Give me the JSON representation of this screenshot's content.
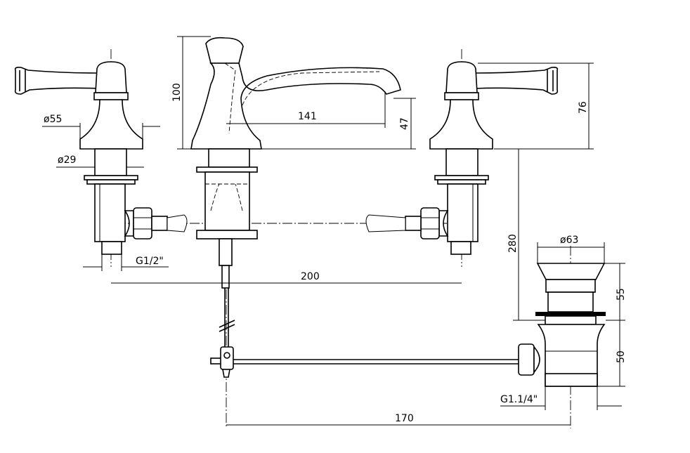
{
  "drawing": {
    "title": "Three-hole basin mixer with pop-up waste",
    "dimensions": {
      "left_handle_base_diameter": "ø55",
      "left_shank_diameter": "ø29",
      "inlet_thread": "G1/2\"",
      "spout_height": "100",
      "spout_reach": "141",
      "spout_outlet_height": "47",
      "handle_height": "76",
      "valve_spacing": "200",
      "waste_depth": "280",
      "waste_flange_diameter": "ø63",
      "waste_upper_height": "55",
      "waste_lower_height": "50",
      "waste_thread": "G1.1/4\"",
      "popup_rod_length": "170"
    },
    "line_color": "#000000",
    "background_color": "#ffffff"
  }
}
